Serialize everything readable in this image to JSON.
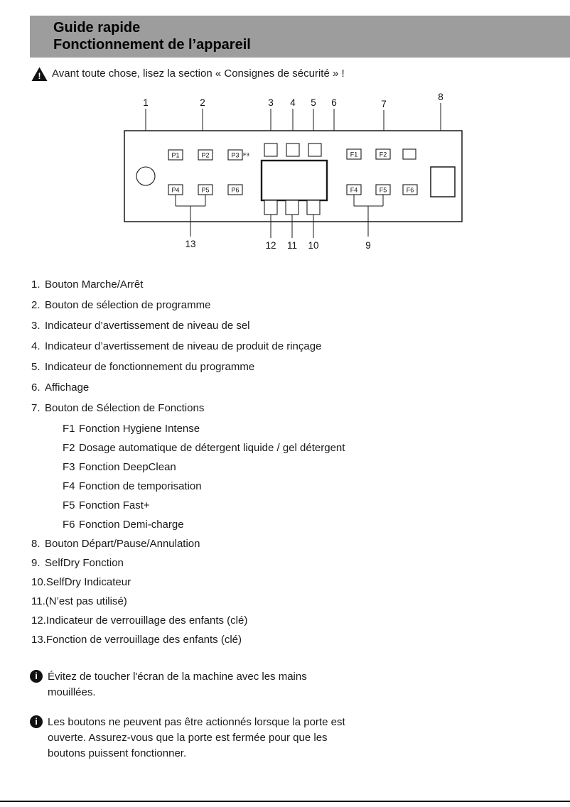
{
  "page": {
    "header": {
      "title_line1": "Guide rapide",
      "title_line2": "Fonctionnement de l’appareil"
    },
    "warning_text": "Avant toute chose, lisez la section « Consignes de sécurité » !",
    "icons": {
      "warning_glyph": "!",
      "info_glyph": "i"
    },
    "diagram": {
      "callouts": {
        "n1": "1",
        "n2": "2",
        "n3": "3",
        "n4": "4",
        "n5": "5",
        "n6": "6",
        "n7": "7",
        "n8": "8",
        "n9": "9",
        "n10": "10",
        "n11": "11",
        "n12": "12",
        "n13": "13"
      },
      "panel": {
        "p1": "P1",
        "p2": "P2",
        "p3": "P3",
        "p3f": "F3",
        "p4": "P4",
        "p5": "P5",
        "p6": "P6",
        "f1": "F1",
        "f2": "F2",
        "f4": "F4",
        "f5": "F5",
        "f6": "F6"
      }
    },
    "list": [
      {
        "num": "1.",
        "text": "Bouton Marche/Arrêt"
      },
      {
        "num": "2.",
        "text": "Bouton de sélection de programme"
      },
      {
        "num": "3.",
        "text": "Indicateur d’avertissement de niveau de sel"
      },
      {
        "num": "4.",
        "text": "Indicateur d’avertissement de niveau de produit de rinçage"
      },
      {
        "num": "5.",
        "text": "Indicateur de fonctionnement du programme"
      },
      {
        "num": "6.",
        "text": "Affichage"
      },
      {
        "num": "7.",
        "text": "Bouton de Sélection de Fonctions"
      },
      {
        "num": "8.",
        "text": "Bouton Départ/Pause/Annulation"
      },
      {
        "num": "9.",
        "text": "SelfDry Fonction"
      },
      {
        "num": "10.",
        "text": "SelfDry Indicateur"
      },
      {
        "num": "11.",
        "text": "(N’est pas utilisé)"
      },
      {
        "num": "12.",
        "text": "Indicateur de verrouillage des enfants (clé)"
      },
      {
        "num": "13.",
        "text": "Fonction de verrouillage des enfants (clé)"
      }
    ],
    "functions": [
      {
        "code": "F1",
        "text": "Fonction Hygiene Intense"
      },
      {
        "code": "F2",
        "text": "Dosage automatique de détergent liquide / gel détergent"
      },
      {
        "code": "F3",
        "text": "Fonction DeepClean"
      },
      {
        "code": "F4",
        "text": "Fonction de temporisation"
      },
      {
        "code": "F5",
        "text": "Fonction Fast+"
      },
      {
        "code": "F6",
        "text": "Fonction Demi-charge"
      }
    ],
    "notes": [
      "Évitez de toucher l'écran de la machine avec les mains mouillées.",
      "Les boutons ne peuvent pas être actionnés lorsque la porte est ouverte. Assurez-vous que la porte est fermée pour que les boutons puissent fonctionner."
    ]
  }
}
